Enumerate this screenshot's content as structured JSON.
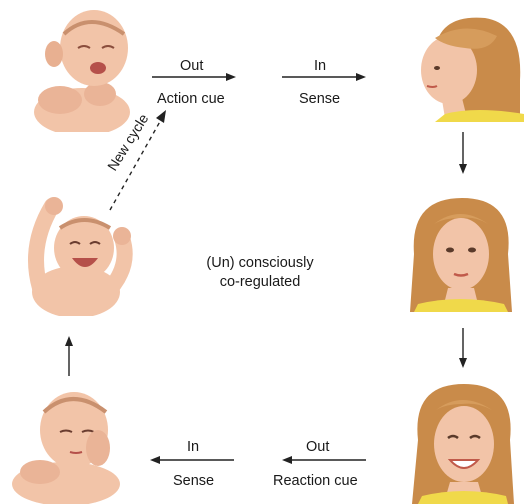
{
  "labels": {
    "top_out": "Out",
    "top_action_cue": "Action cue",
    "top_in": "In",
    "top_sense": "Sense",
    "new_cycle": "New cycle",
    "center_line1": "(Un) consciously",
    "center_line2": "co-regulated",
    "bottom_out": "Out",
    "bottom_reaction_cue": "Reaction cue",
    "bottom_in": "In",
    "bottom_sense": "Sense"
  },
  "colors": {
    "skin": "#f2c4a8",
    "skin_shadow": "#dfa283",
    "hair_woman": "#c98b4a",
    "hair_baby": "#b98060",
    "shirt": "#f0d94a",
    "arrow": "#222222"
  }
}
